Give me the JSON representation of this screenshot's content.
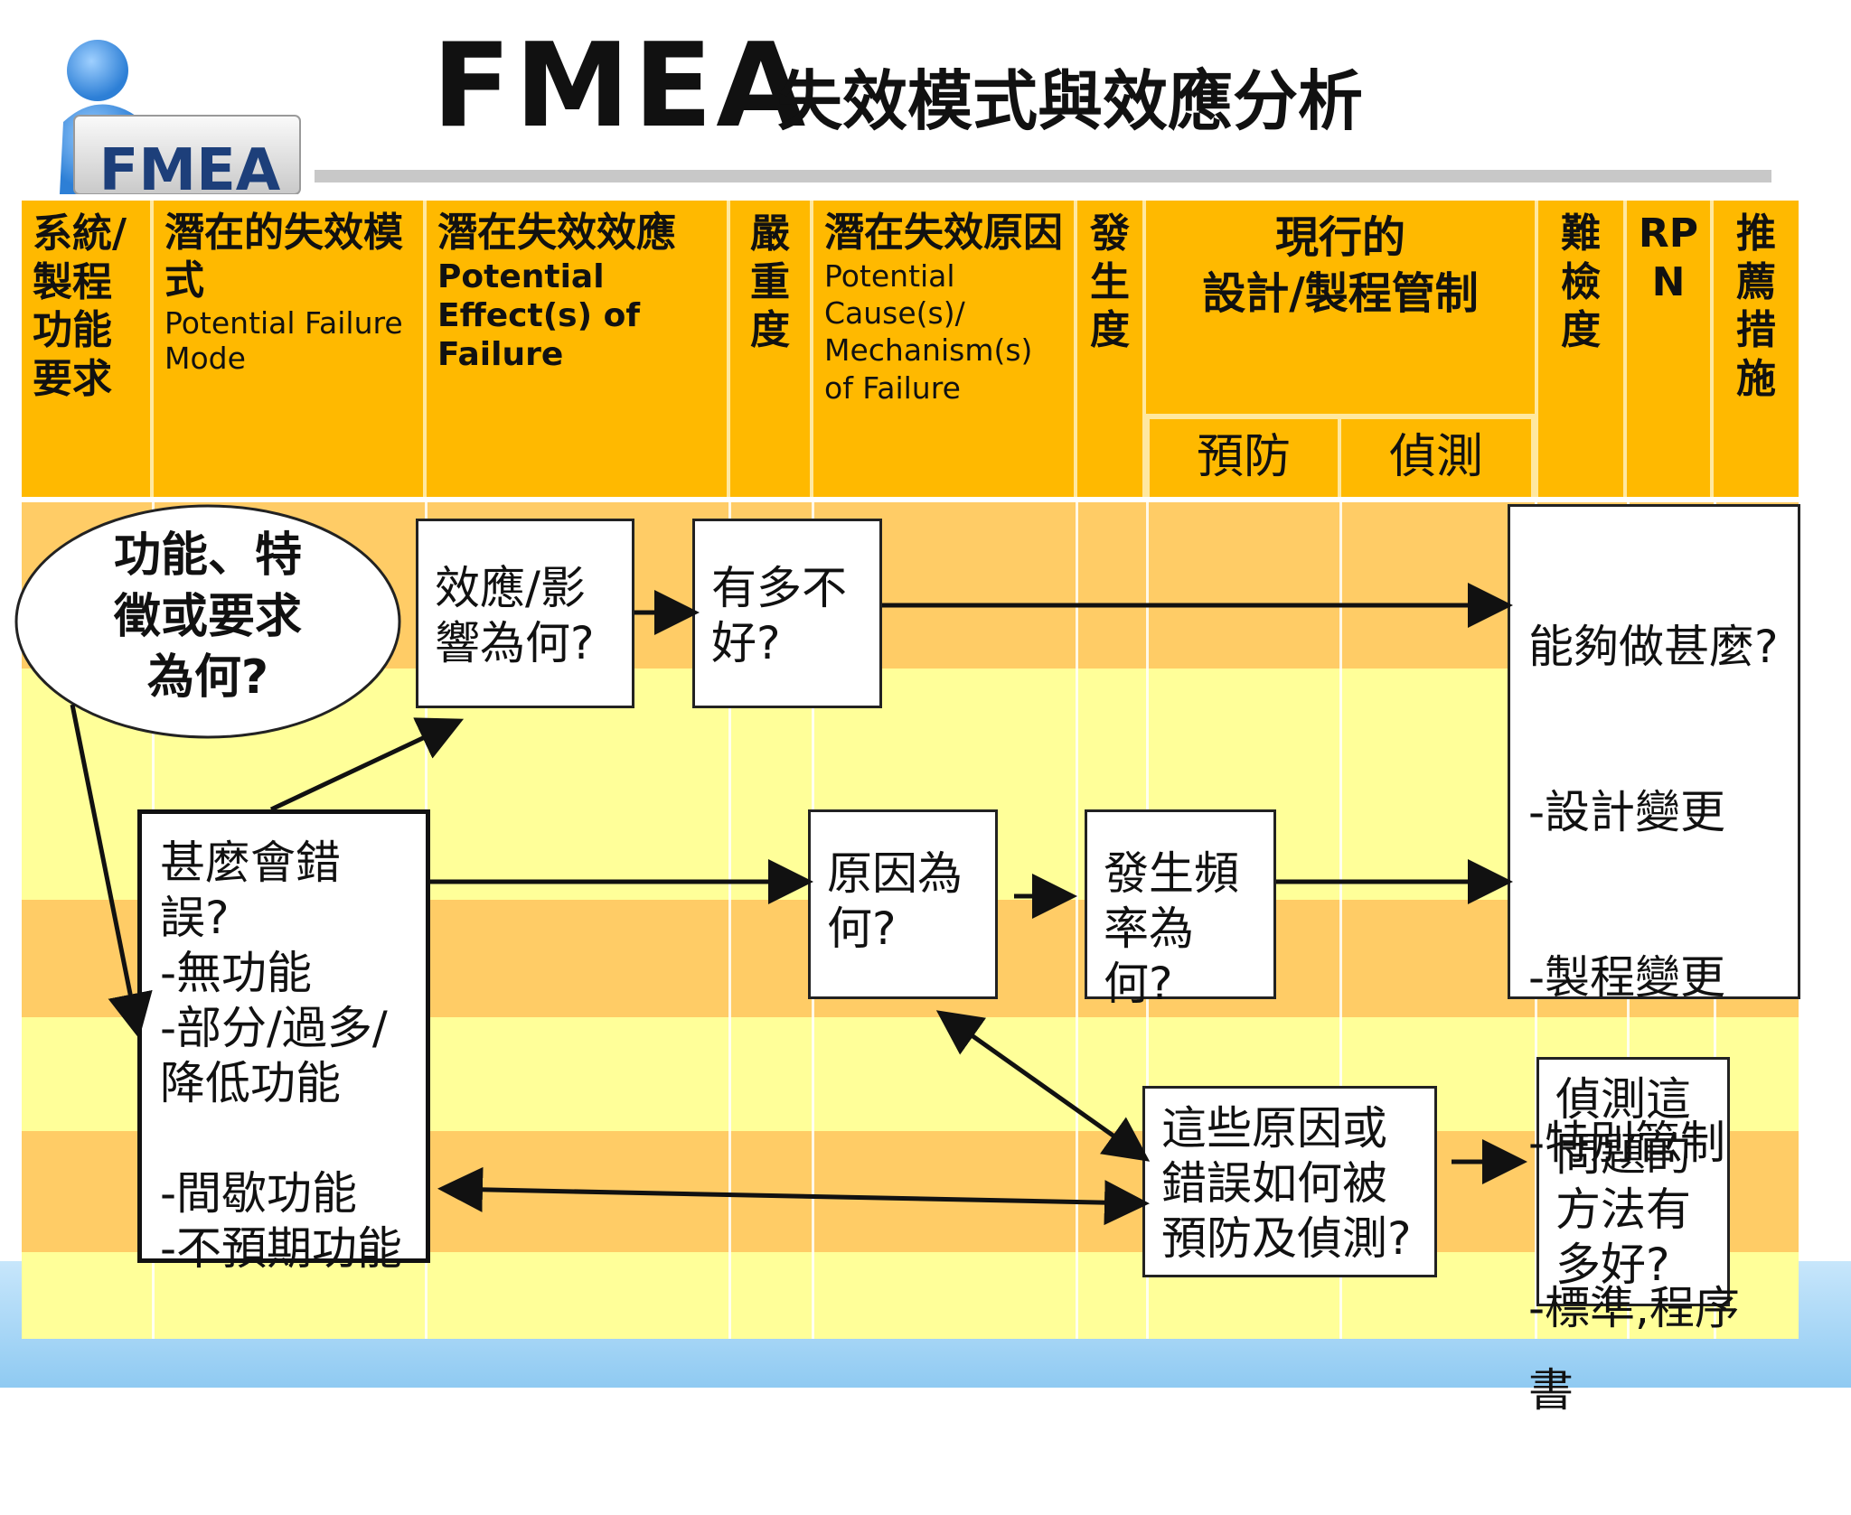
{
  "title": {
    "main": "FMEA",
    "sub": "失效模式與效應分析"
  },
  "logo": {
    "text": "FMEA"
  },
  "header": {
    "col_function": "系統/製程功能要求",
    "col_failure_mode": {
      "zh": "潛在的失效模式",
      "en": "Potential Failure Mode"
    },
    "col_effect": {
      "zh": "潛在失效效應",
      "en": "Potential Effect(s) of Failure"
    },
    "col_severity": "嚴重度",
    "col_cause": {
      "zh": "潛在失效原因",
      "en": "Potential Cause(s)/ Mechanism(s) of Failure"
    },
    "col_occurrence": "發生度",
    "col_controls": "現行的\n設計/製程管制",
    "col_prevention": "預防",
    "col_detection": "偵測",
    "col_detectability": "難檢度",
    "col_rpn": "RPN",
    "col_action": "推薦措施"
  },
  "boxes": {
    "function_question": "功能、特\n徵或要求\n為何?",
    "effect_question": "效應/影\n響為何?",
    "severity_question": "有多不\n好?",
    "failure_question": "甚麼會錯誤?\n-無功能\n-部分/過多/\n降低功能\n\n-間歇功能\n-不預期功能",
    "cause_question": "原因為\n何?",
    "occurrence_question": "發生頻\n率為何?",
    "control_question": "這些原因或\n錯誤如何被\n預防及偵測?",
    "detection_question": "偵測這\n問題的\n方法有\n多好?",
    "actions": {
      "question": "能夠做甚麼?",
      "items": [
        "-設計變更",
        "-製程變更",
        "-特別管制",
        "-標準,程序\n書"
      ]
    }
  },
  "colors": {
    "header_orange": "#ffb900",
    "stripe_dark": "#ffcc66",
    "stripe_light": "#ffff99",
    "bottom_band": "#8fcaf2"
  }
}
